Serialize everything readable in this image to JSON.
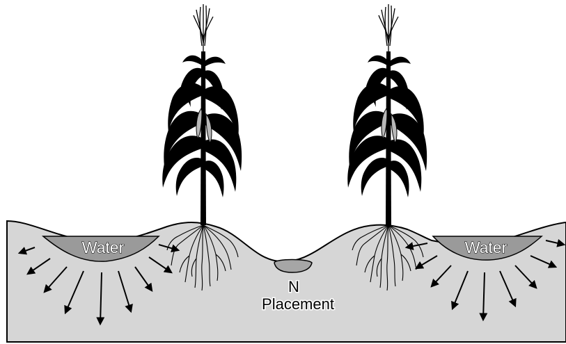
{
  "labels": {
    "water_left": "Water",
    "water_right": "Water",
    "n_line1": "N",
    "n_line2": "Placement"
  },
  "colors": {
    "soil": "#d6d6d6",
    "water": "#9a9a9a",
    "n_band": "#a6a6a6",
    "ink": "#000000",
    "stalk_highlight": "#b8b8b8"
  }
}
